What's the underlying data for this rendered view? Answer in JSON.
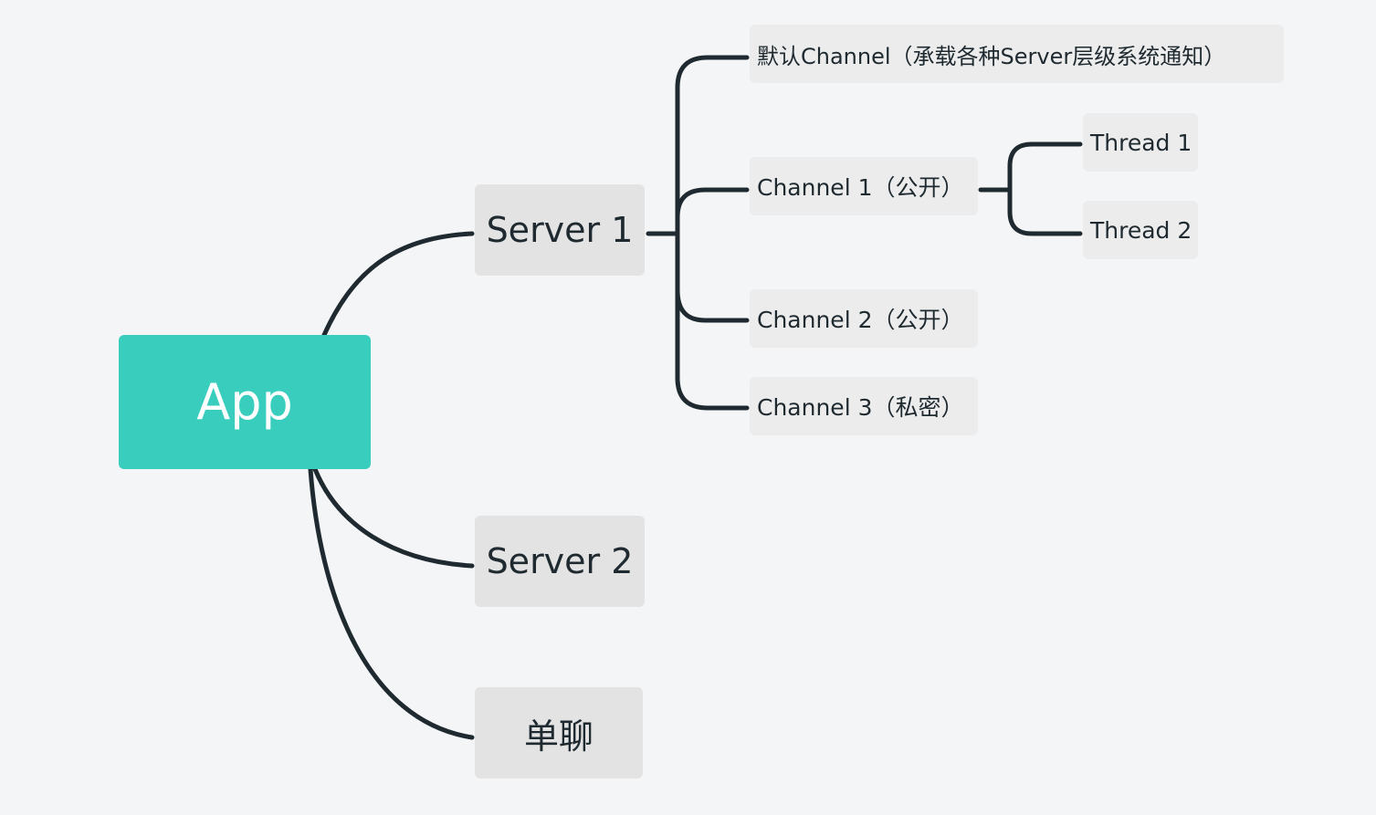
{
  "mindmap": {
    "root": {
      "label": "App",
      "color": "#38cdbd"
    },
    "server1": {
      "label": "Server 1",
      "channels": {
        "default": {
          "label": "默认Channel（承载各种Server层级系统通知）"
        },
        "ch1": {
          "label": "Channel 1（公开）",
          "threads": [
            {
              "label": "Thread 1"
            },
            {
              "label": "Thread 2"
            }
          ]
        },
        "ch2": {
          "label": "Channel 2（公开）"
        },
        "ch3": {
          "label": "Channel 3（私密）"
        }
      }
    },
    "server2": {
      "label": "Server 2"
    },
    "dm": {
      "label": "单聊"
    },
    "colors": {
      "background": "#f4f5f7",
      "connector": "#1f2a30",
      "level1_fill": "#e3e3e3",
      "level2_fill": "#ececec"
    }
  }
}
